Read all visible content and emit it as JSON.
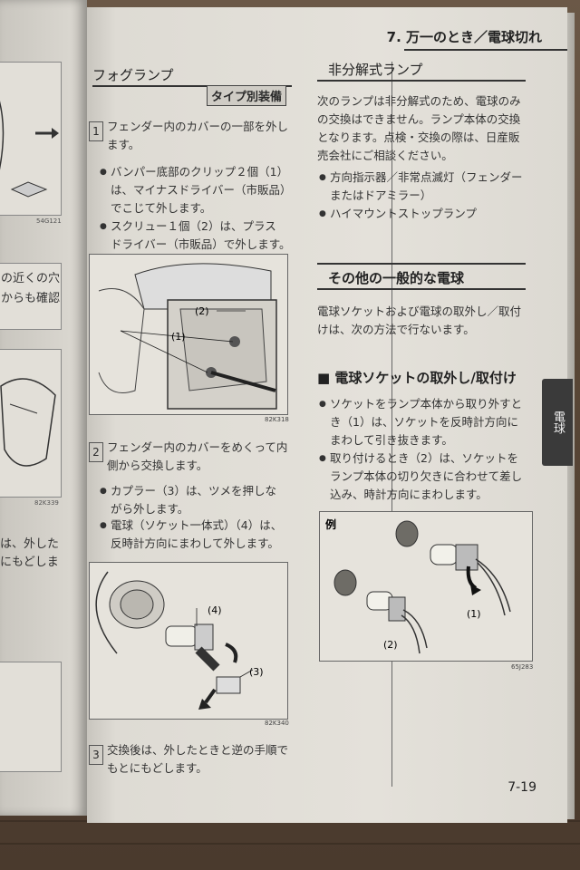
{
  "chapter_title": "7. 万一のとき／電球切れ",
  "left_page": {
    "fig_codes": [
      "54G121",
      "82K339"
    ],
    "fragment_1": [
      "の近くの穴",
      "からも確認"
    ],
    "fragment_2": [
      "は、外した",
      "にもどしま"
    ]
  },
  "fog": {
    "title": "フォグランプ",
    "badge": "タイプ別装備",
    "step1": {
      "num": "1",
      "lines": [
        "フェンダー内のカバーの一部を外し",
        "ます。"
      ],
      "bullets": [
        [
          "バンパー底部のクリップ２個（1）",
          "は、マイナスドライバー（市販品）",
          "でこじて外します。"
        ],
        [
          "スクリュー１個（2）は、プラス",
          "ドライバー（市販品）で外します。"
        ]
      ],
      "fig_code": "82K318",
      "fig_labels": [
        "(2)",
        "(1)"
      ]
    },
    "step2": {
      "num": "2",
      "lines": [
        "フェンダー内のカバーをめくって内",
        "側から交換します。"
      ],
      "bullets": [
        [
          "カプラー（3）は、ツメを押しな",
          "がら外します。"
        ],
        [
          "電球（ソケット一体式）（4）は、",
          "反時計方向にまわして外します。"
        ]
      ],
      "fig_code": "82K340",
      "fig_labels": [
        "(4)",
        "(3)"
      ]
    },
    "step3": {
      "num": "3",
      "lines": [
        "交換後は、外したときと逆の手順で",
        "もとにもどします。"
      ]
    }
  },
  "nonsplit": {
    "title": "非分解式ランプ",
    "lines": [
      "次のランプは非分解式のため、電球のみ",
      "の交換はできません。ランプ本体の交換",
      "となります。点検・交換の際は、日産販",
      "売会社にご相談ください。"
    ],
    "bullets": [
      [
        "方向指示器／非常点滅灯（フェンダー",
        "またはドアミラー）"
      ],
      [
        "ハイマウントストップランプ"
      ]
    ]
  },
  "general": {
    "title": "その他の一般的な電球",
    "lines": [
      "電球ソケットおよび電球の取外し／取付",
      "けは、次の方法で行ないます。"
    ],
    "subhead": "■ 電球ソケットの取外し/取付け",
    "bullets": [
      [
        "ソケットをランプ本体から取り外すと",
        "き（1）は、ソケットを反時計方向に",
        "まわして引き抜きます。"
      ],
      [
        "取り付けるとき（2）は、ソケットを",
        "ランプ本体の切り欠きに合わせて差し",
        "込み、時計方向にまわします。"
      ]
    ],
    "fig_title": "例",
    "fig_code": "65J283",
    "fig_labels": [
      "(1)",
      "(2)"
    ]
  },
  "side_tab": "電球",
  "page_number": "7-19"
}
